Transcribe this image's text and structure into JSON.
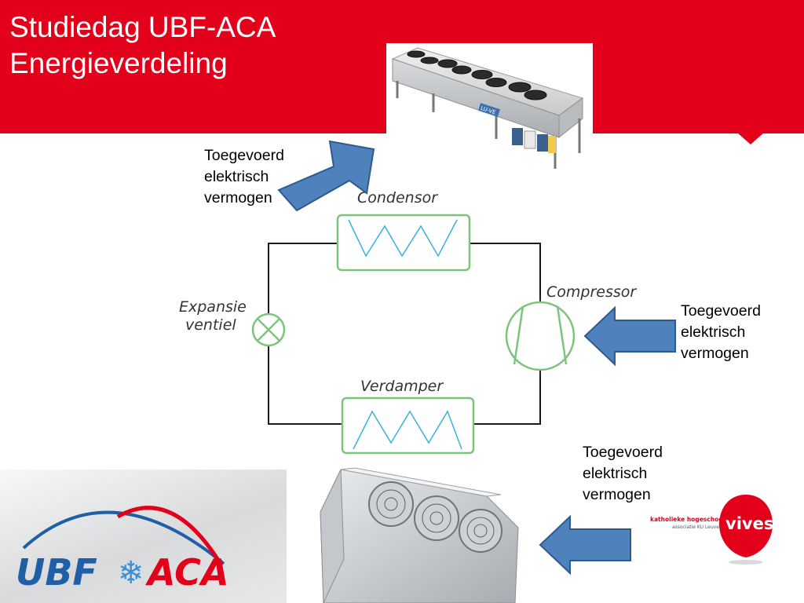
{
  "header": {
    "title_line1": "Studiedag UBF-ACA",
    "title_line2": "Energieverdeling",
    "color": "#e2001a"
  },
  "diagram": {
    "condensor_label": "Condensor",
    "compressor_label": "Compressor",
    "valve_label_line1": "Expansie",
    "valve_label_line2": "ventiel",
    "verdamper_label": "Verdamper",
    "component_stroke_color": "#7cc47c",
    "coil_color": "#34b4d8",
    "arrow_fill_color": "#4f81bd",
    "arrow_stroke_color": "#2c5a91"
  },
  "annotations": {
    "top_left": {
      "line1": "Toegevoerd",
      "line2": "elektrisch",
      "line3": "vermogen"
    },
    "right": {
      "line1": "Toegevoerd",
      "line2": "elektrisch",
      "line3": "vermogen"
    },
    "bottom": {
      "line1": "Toegevoerd",
      "line2": "elektrisch",
      "line3": "vermogen"
    }
  },
  "logos": {
    "ubfaca_left": "UBF",
    "ubfaca_right": "ACA",
    "vives_text": "vives",
    "vives_tagline1": "katholieke hogeschool",
    "vives_tagline2": "associatie KU Leuven"
  },
  "photos": {
    "top_fan_bank_brand": "LU-VE"
  }
}
